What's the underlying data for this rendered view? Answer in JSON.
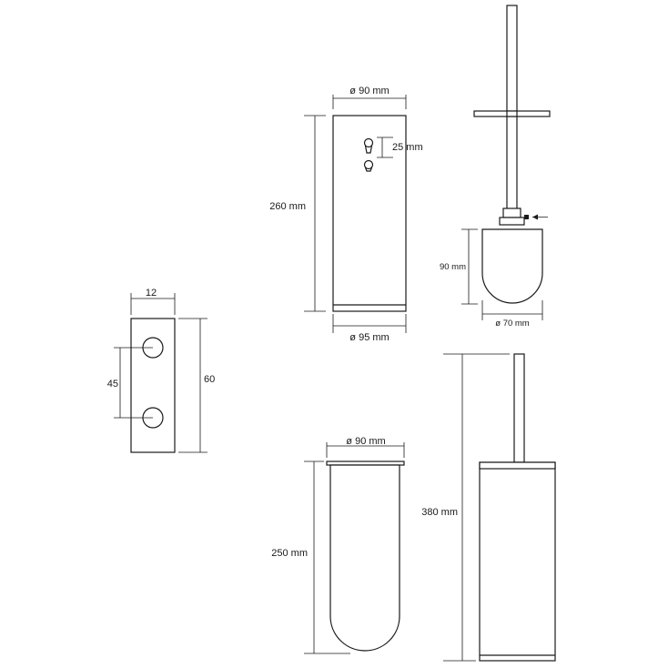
{
  "labels": {
    "holder_top_width": "ø 90 mm",
    "keyhole_spacing": "25 mm",
    "holder_height": "260 mm",
    "holder_bottom_width": "ø 95 mm",
    "brush_head_height": "90 mm",
    "brush_head_width": "ø 70 mm",
    "plate_width": "12",
    "plate_hole_spacing": "45",
    "plate_height": "60",
    "insert_width": "ø 90 mm",
    "insert_height": "250 mm",
    "total_height": "380 mm"
  }
}
